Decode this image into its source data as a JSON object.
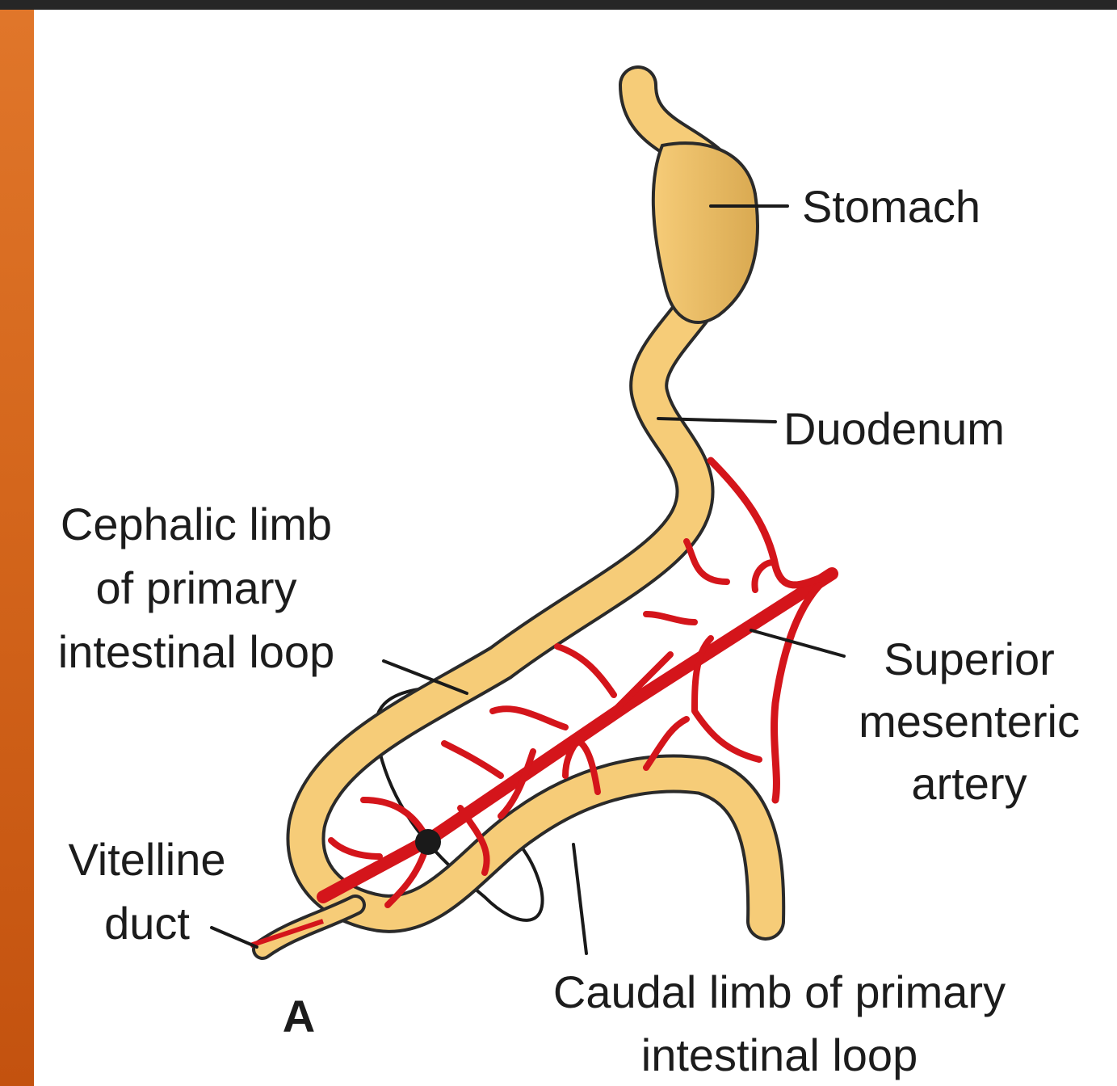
{
  "figure": {
    "panel_letter": "A",
    "labels": {
      "stomach": "Stomach",
      "duodenum": "Duodenum",
      "cephalic": [
        "Cephalic limb",
        "of primary",
        "intestinal loop"
      ],
      "superior": [
        "Superior",
        "mesenteric",
        "artery"
      ],
      "vitelline": [
        "Vitelline",
        "duct"
      ],
      "caudal": [
        "Caudal limb of primary",
        "intestinal loop"
      ]
    },
    "colors": {
      "gut_fill": "#f6cc78",
      "gut_outline": "#2a2a2a",
      "artery": "#d4151b",
      "background_band": "#c95a14"
    }
  }
}
